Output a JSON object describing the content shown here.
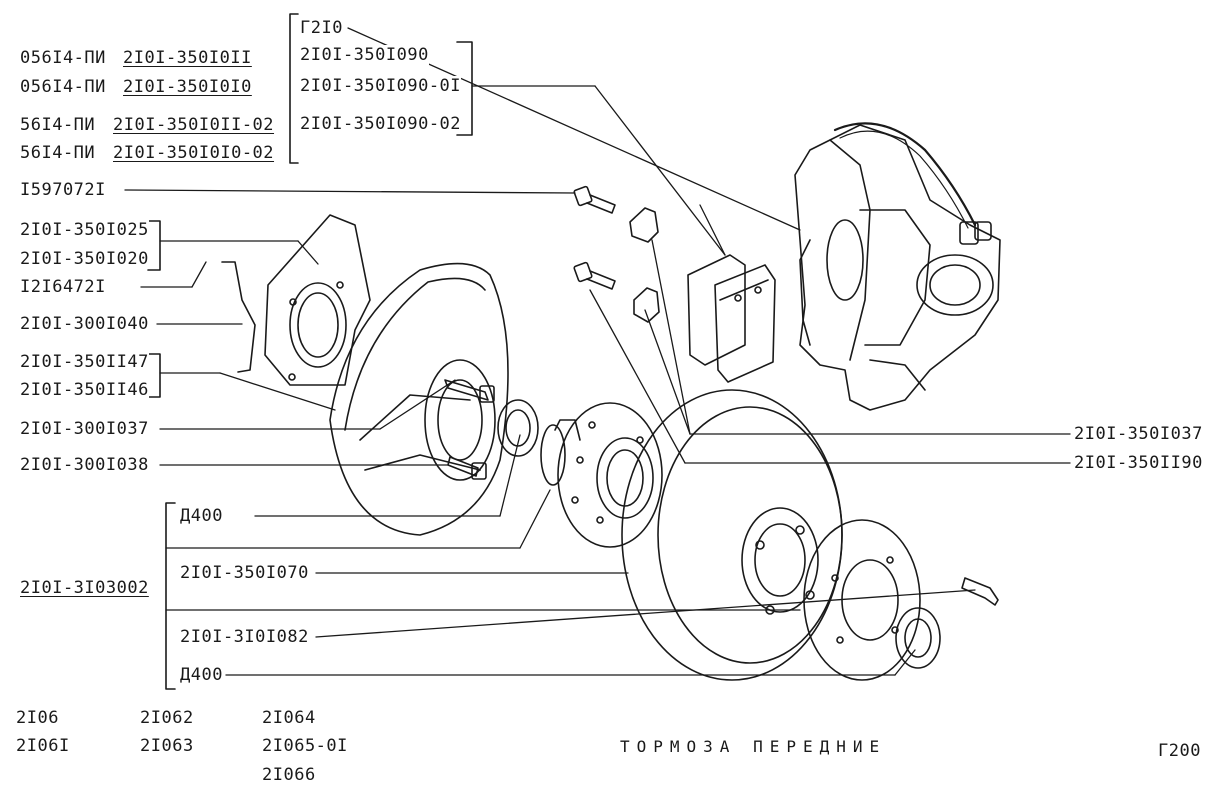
{
  "labels": {
    "t_056_11": "056I4-ПИ",
    "p_056_11": "2I0I-350I0II",
    "t_056_10": "056I4-ПИ",
    "p_056_10": "2I0I-350I0I0",
    "t_56_11": "56I4-ПИ",
    "p_56_11": "2I0I-350I0II-02",
    "t_56_10": "56I4-ПИ",
    "p_56_10": "2I0I-350I0I0-02",
    "g210": "Г2I0",
    "l090": "2I0I-350I090",
    "l090_01": "2I0I-350I090-0I",
    "l090_02": "2I0I-350I090-02",
    "bolt": "I597072I",
    "s025": "2I0I-350I025",
    "s020": "2I0I-350I020",
    "nut": "I2I6472I",
    "b040": "2I0I-300I040",
    "g147": "2I0I-350II47",
    "g146": "2I0I-350II46",
    "st037": "2I0I-300I037",
    "st038": "2I0I-300I038",
    "d400a": "Д400",
    "hub": "2I0I-3I03002",
    "disk": "2I0I-350I070",
    "stud": "2I0I-3I0I082",
    "d400b": "Д400",
    "r037": "2I0I-350I037",
    "r190": "2I0I-350II90"
  },
  "models": {
    "c1": [
      "2I06",
      "2I06I"
    ],
    "c2": [
      "2I062",
      "2I063"
    ],
    "c3": [
      "2I064",
      "2I065-0I",
      "2I066"
    ]
  },
  "title": "ТОРМОЗА ПЕРЕДНИЕ",
  "page_code": "Г200",
  "colors": {
    "ink": "#1a1a1a",
    "paper": "#ffffff"
  }
}
